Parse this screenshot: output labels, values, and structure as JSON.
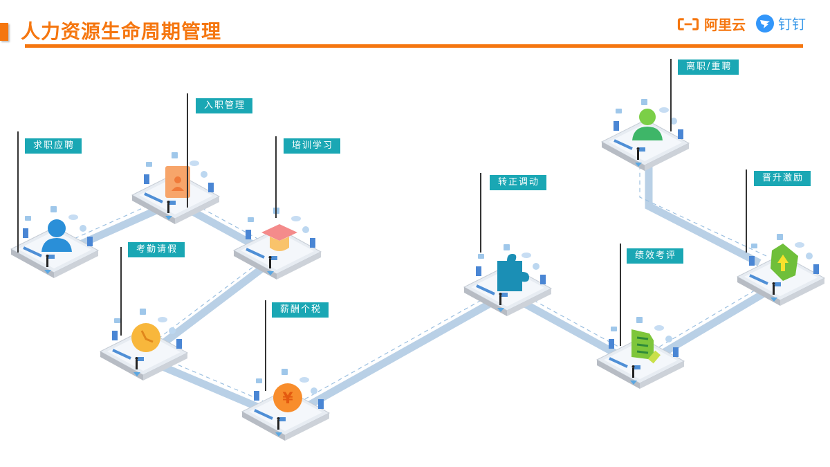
{
  "header": {
    "title": "人力资源生命周期管理",
    "logos": [
      {
        "name": "aliyun",
        "text": "阿里云",
        "icon": "aliyun-bracket-icon",
        "color": "#f5760f"
      },
      {
        "name": "dingtalk",
        "text": "钉钉",
        "icon": "dingtalk-wing-icon",
        "color": "#3296fa"
      }
    ],
    "accent_color": "#f5760f"
  },
  "diagram": {
    "label_color": "#1aa7b4",
    "path_color": "#b9d0e6",
    "stages": [
      {
        "id": "recruit",
        "label": "求职应聘",
        "icon": "person-bust-icon",
        "icon_color": "#2a8fd8"
      },
      {
        "id": "onboard",
        "label": "入职管理",
        "icon": "id-badge-icon",
        "icon_color": "#f7a56a"
      },
      {
        "id": "training",
        "label": "培训学习",
        "icon": "graduation-cap-icon",
        "icon_color": "#f48b8b"
      },
      {
        "id": "attendance",
        "label": "考勤请假",
        "icon": "clock-icon",
        "icon_color": "#f8b73c"
      },
      {
        "id": "salary",
        "label": "薪酬个税",
        "icon": "yen-coin-icon",
        "icon_color": "#f88d2c"
      },
      {
        "id": "transfer",
        "label": "转正调动",
        "icon": "puzzle-piece-icon",
        "icon_color": "#1b8fb5"
      },
      {
        "id": "review",
        "label": "绩效考评",
        "icon": "document-pencil-icon",
        "icon_color": "#7ec63b"
      },
      {
        "id": "promotion",
        "label": "晋升激励",
        "icon": "arrow-up-badge-icon",
        "icon_color": "#6fbf3a"
      },
      {
        "id": "exit",
        "label": "离职/重聘",
        "icon": "person-headset-icon",
        "icon_color": "#3eb668"
      }
    ]
  }
}
